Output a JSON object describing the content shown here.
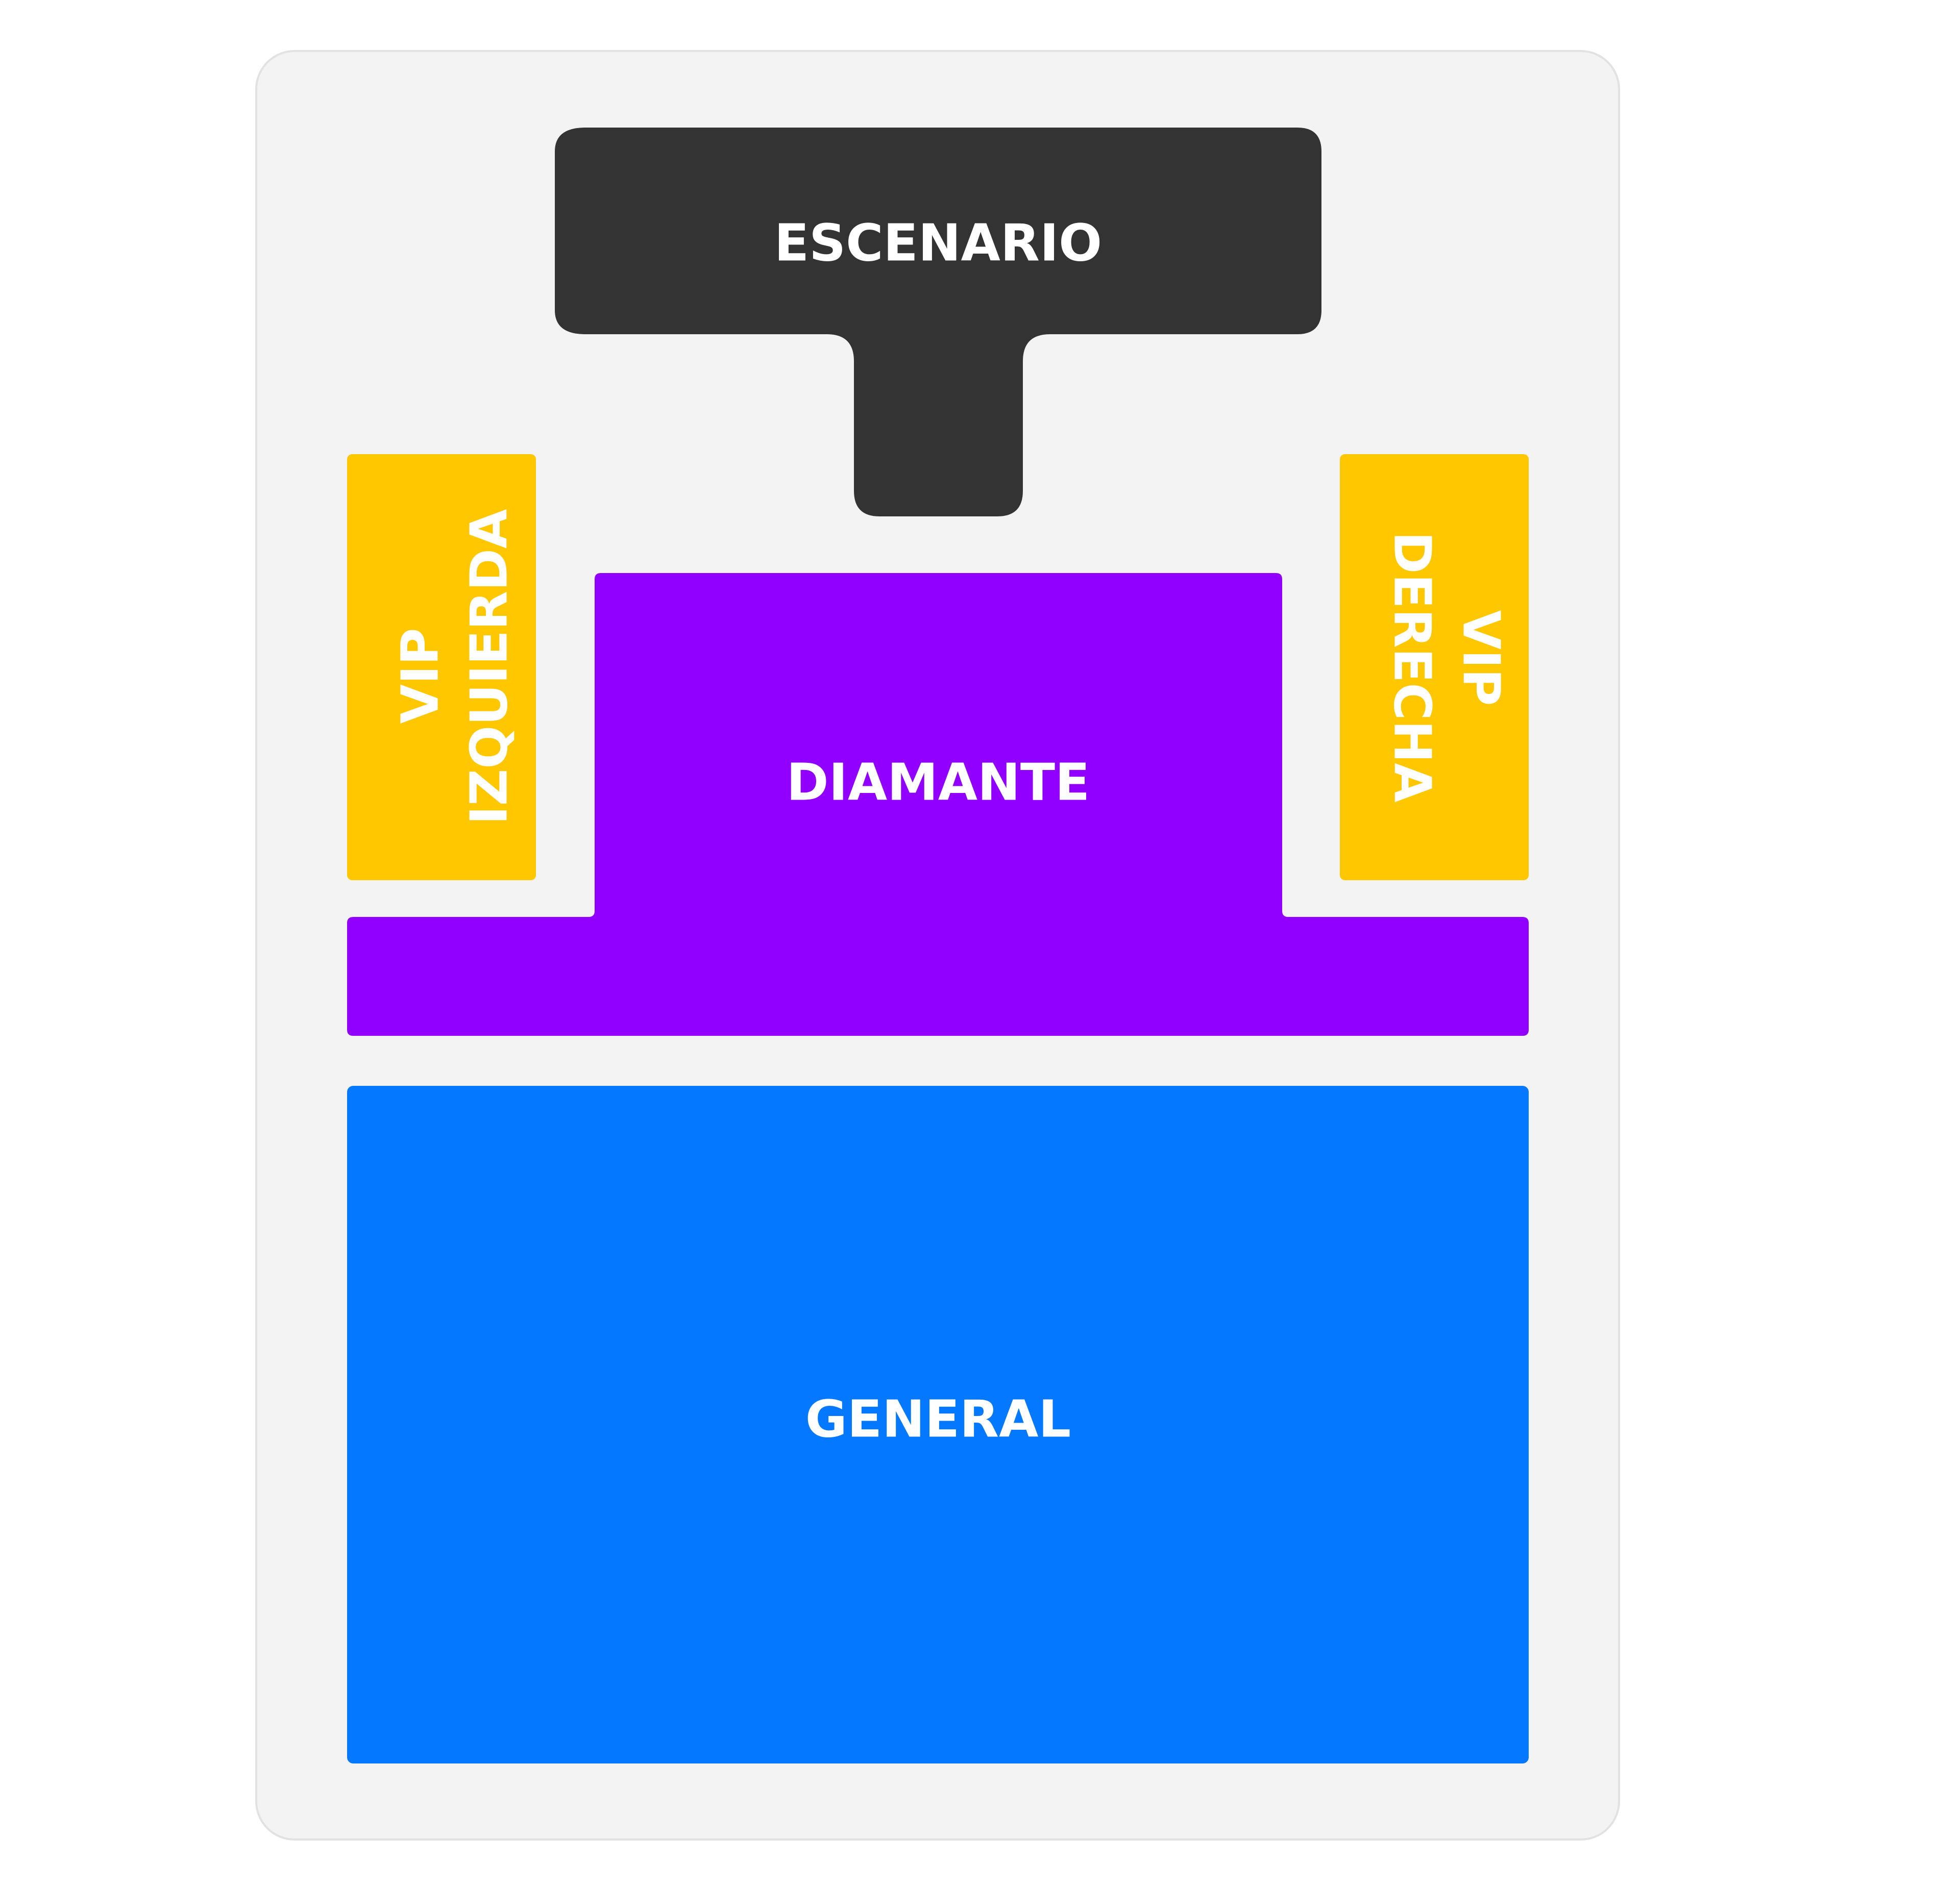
{
  "zones": {
    "stage": {
      "label": "ESCENARIO",
      "color": "#333333"
    },
    "vip_left": {
      "lines": [
        "VIP",
        "IZQUIERDA"
      ],
      "color": "#FFC700"
    },
    "vip_right": {
      "lines": [
        "VIP",
        "DERECHA"
      ],
      "color": "#FFC700"
    },
    "diamond": {
      "label": "DIAMANTE",
      "color": "#9100FF"
    },
    "general": {
      "label": "GENERAL",
      "color": "#0478FF"
    }
  },
  "colors": {
    "panel_background": "#F3F3F3",
    "panel_border": "#E2E2E2",
    "label_text": "#FFFFFF",
    "page_background": "#FFFFFF"
  }
}
